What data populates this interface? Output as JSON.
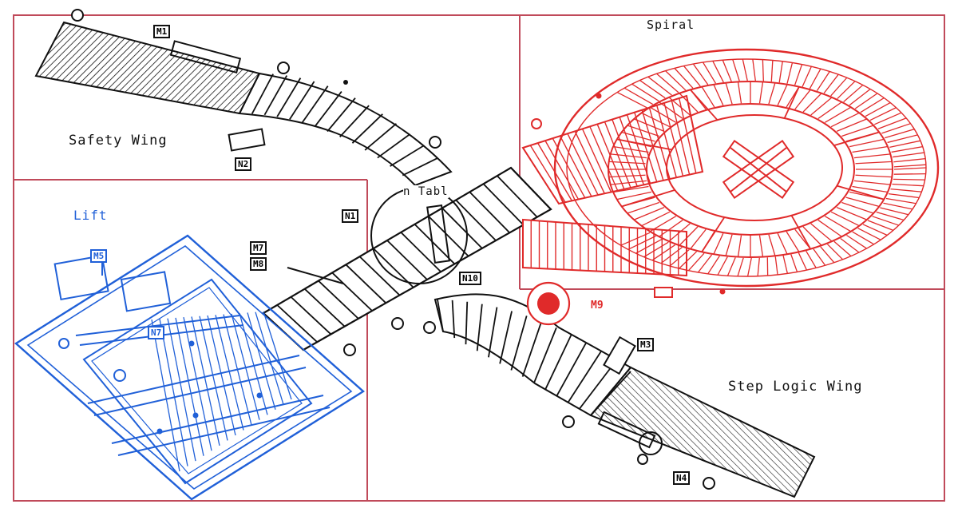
{
  "zones": {
    "safety_wing": "Safety Wing",
    "spiral": "Spiral",
    "lift": "Lift",
    "step_logic_wing": "Step Logic Wing",
    "turntable": "n Tabl"
  },
  "tags": {
    "m1": "M1",
    "n2": "N2",
    "n1": "N1",
    "m7": "M7",
    "m8": "M8",
    "n10": "N10",
    "m5": "M5",
    "n7": "N7",
    "m9": "M9",
    "m3": "M3",
    "n4": "N4"
  },
  "colors": {
    "frame": "#c04a5a",
    "ink": "#111111",
    "spiral": "#e02a2a",
    "lift": "#2060d8"
  },
  "icons": [
    "circle-marker-icon",
    "sensor-dot-icon"
  ]
}
